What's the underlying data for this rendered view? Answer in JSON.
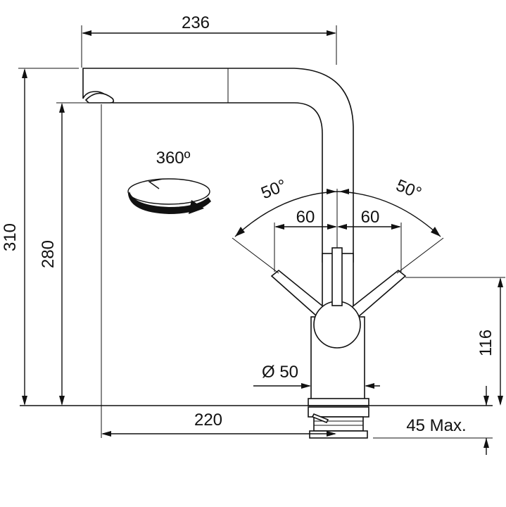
{
  "dimensions": {
    "overall_reach": "236",
    "overall_height": "310",
    "spout_height": "280",
    "base_to_spout_outlet": "220",
    "handle_height": "116",
    "base_diameter": "Ø 50",
    "max_countertop_thickness": "45 Max.",
    "handle_swing_left_angle": "50°",
    "handle_swing_right_angle": "50°",
    "handle_reach_left": "60",
    "handle_reach_right": "60",
    "rotation": "360º"
  },
  "colors": {
    "line": "#111111",
    "background": "#ffffff"
  },
  "icons": {
    "rotation_symbol": "rotation-arrow-icon"
  }
}
